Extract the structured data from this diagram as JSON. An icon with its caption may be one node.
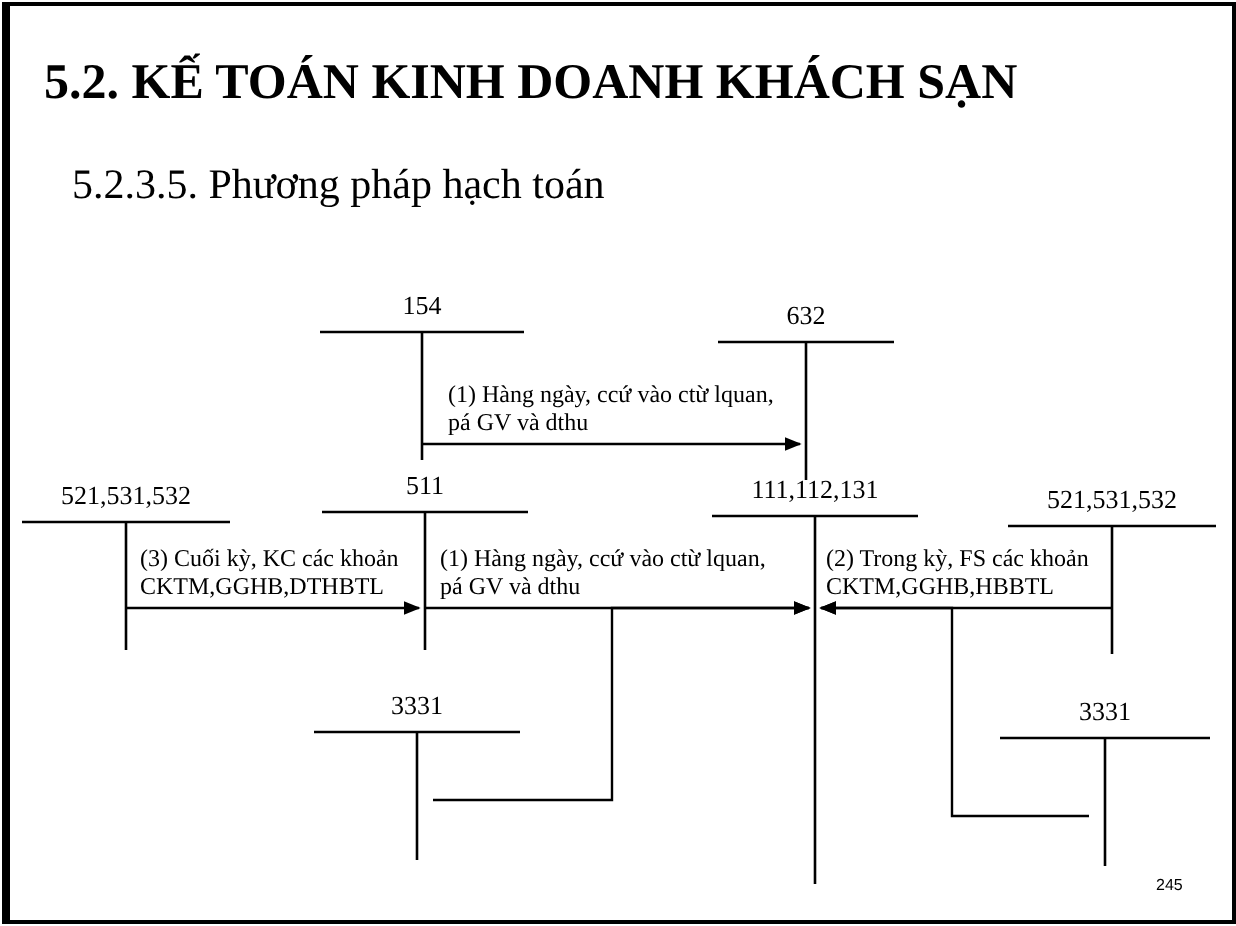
{
  "diagram": {
    "title": "5.2. KẾ TOÁN KINH DOANH KHÁCH SẠN",
    "nodes": [
      {
        "text": [
          "154"
        ]
      },
      {
        "text": [
          "632"
        ]
      },
      {
        "text": [
          "521,531,532"
        ]
      },
      {
        "text": [
          "511"
        ]
      },
      {
        "text": [
          "111,112,131"
        ]
      },
      {
        "text": [
          "521,531,532"
        ]
      },
      {
        "text": [
          "3331"
        ]
      },
      {
        "text": [
          "3331"
        ]
      }
    ],
    "edges": [
      {
        "from": 0,
        "to": 1,
        "arrow": "to",
        "label": "(1) Hàng ngày, ccứ vào ctừ lquan, pá GV và dthu"
      },
      {
        "from": 2,
        "to": 3,
        "arrow": "to",
        "label": "(3) Cuối kỳ, KC các khoản CKTM,GGHB,DTHBTL"
      },
      {
        "from": 3,
        "to": 4,
        "arrow": "to",
        "label": "(1) Hàng ngày, ccứ vào ctừ lquan, pá GV và dthu"
      },
      {
        "from": 6,
        "to": 4,
        "arrow": "to"
      },
      {
        "from": 5,
        "to": 4,
        "arrow": "to",
        "label": "(2) Trong kỳ, FS các khoản CKTM,GGHB,HBBTL"
      },
      {
        "from": 7,
        "to": 4,
        "arrow": "to"
      }
    ],
    "labels": [
      "5.2.3.5. Phương pháp hạch toán",
      "245"
    ]
  }
}
